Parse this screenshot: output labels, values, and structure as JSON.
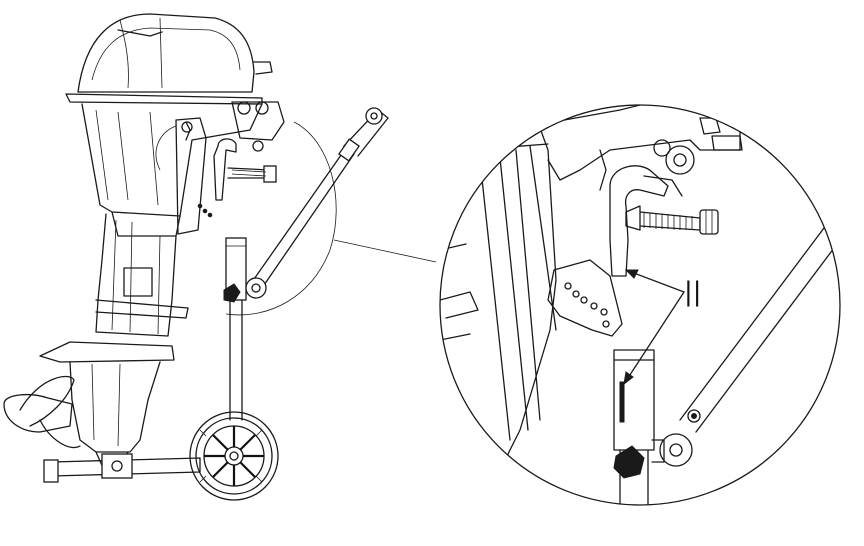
{
  "figure": {
    "detail_callout_label": "||",
    "colors": {
      "line": "#1a1a1a",
      "background": "#ffffff"
    }
  },
  "parts": {
    "outboard_motor": "outboard-motor",
    "transport_stand": "transport-stand",
    "stand_wheel": "stand-wheel",
    "mounting_bracket": "mounting-bracket",
    "clamp_screw": "clamp-screw",
    "support_arm": "support-arm",
    "detail_circle": "detail-circle"
  }
}
